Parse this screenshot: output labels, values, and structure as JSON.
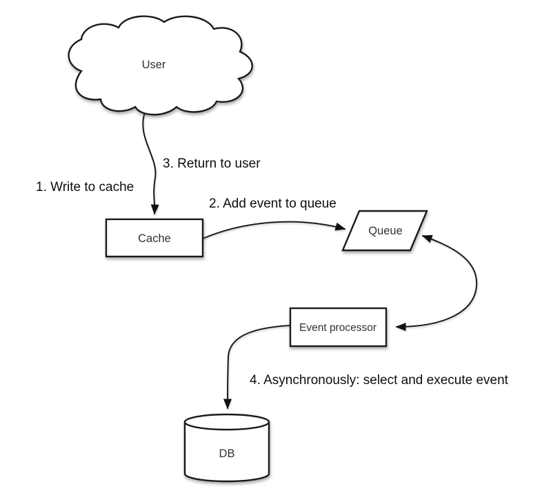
{
  "diagram": {
    "nodes": [
      {
        "id": "user",
        "label": "User",
        "shape": "cloud"
      },
      {
        "id": "cache",
        "label": "Cache",
        "shape": "rectangle"
      },
      {
        "id": "queue",
        "label": "Queue",
        "shape": "parallelogram"
      },
      {
        "id": "event_processor",
        "label": "Event processor",
        "shape": "rectangle"
      },
      {
        "id": "db",
        "label": "DB",
        "shape": "cylinder"
      }
    ],
    "edges": [
      {
        "from": "user",
        "to": "cache",
        "style": "arrow"
      },
      {
        "from": "cache",
        "to": "queue",
        "style": "arrow"
      },
      {
        "from": "queue",
        "to": "event_processor",
        "style": "double-arrow"
      },
      {
        "from": "event_processor",
        "to": "db",
        "style": "arrow"
      }
    ],
    "labels": {
      "step1": "1. Write to cache",
      "step2": "2. Add event to queue",
      "step3": "3. Return to user",
      "step4": "4. Asynchronously: select and execute event"
    },
    "colors": {
      "background": "#ffffff",
      "stroke": "#1a1a1a",
      "shape_fill": "#ffffff",
      "node_text": "#2f3237",
      "label_text": "#0d0d0d"
    }
  }
}
